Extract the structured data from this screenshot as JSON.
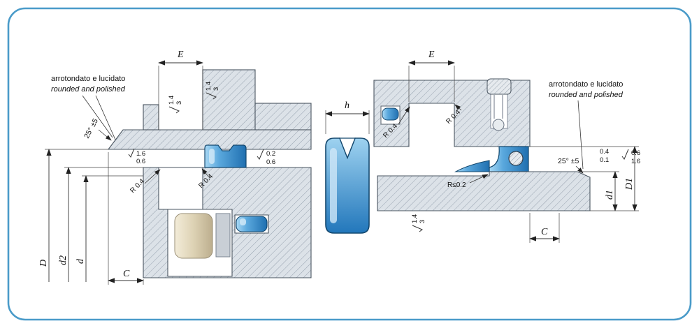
{
  "figure": {
    "type": "technical-seal-installation-drawing",
    "border_color": "#4a9bc9"
  },
  "left_drawing": {
    "note_it": "arrotondato e lucidato",
    "note_en": "rounded and polished",
    "angle": "25° ±5",
    "dim_E": "E",
    "dim_D": "D",
    "dim_d2": "d2",
    "dim_d": "d",
    "dim_C": "C",
    "radius_1": "R 0.4",
    "radius_2": "R 0.4",
    "sf1_top": "1.6",
    "sf1_bot": "0.6",
    "sf2_top": "0.2",
    "sf2_bot": "0.6",
    "sf3_top": "1.4",
    "sf3_bot": "3",
    "sf4_top": "1.4",
    "sf4_bot": "3"
  },
  "seal_profile": {
    "dim_h": "h"
  },
  "right_drawing": {
    "note_it": "arrotondato e lucidato",
    "note_en": "rounded and polished",
    "angle": "25° ±5",
    "dim_E": "E",
    "dim_d1": "d1",
    "dim_D1": "D1",
    "dim_C": "C",
    "radius_1": "R 0.4",
    "radius_2": "R 0.4",
    "radius_3": "R≤0.2",
    "sf1_top": "0.4",
    "sf1_bot": "0.1",
    "sf2_top": "0.6",
    "sf2_bot": "1.6",
    "sf3_top": "1.4",
    "sf3_bot": "3"
  },
  "colors": {
    "hatch_fill": "#dce2e8",
    "hatch_line": "#97a2af",
    "seal_blue_light": "#8ecdf0",
    "seal_blue_dark": "#2277bb",
    "roller_beige": "#e9dfc8"
  }
}
